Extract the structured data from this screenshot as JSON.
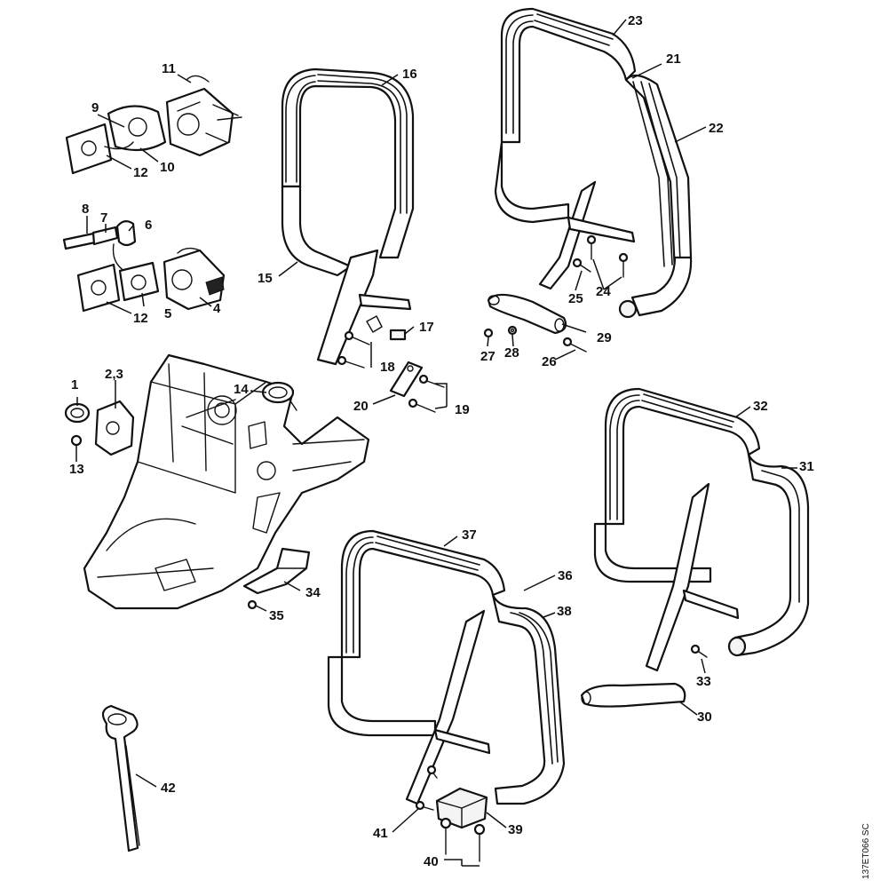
{
  "diagram": {
    "drawing_code": "137ET066 SC",
    "labels": {
      "p1": "1",
      "p2_3": "2,3",
      "p4": "4",
      "p5": "5",
      "p6": "6",
      "p7": "7",
      "p8": "8",
      "p9": "9",
      "p10": "10",
      "p11": "11",
      "p12a": "12",
      "p12b": "12",
      "p13": "13",
      "p14": "14",
      "p15": "15",
      "p16": "16",
      "p17": "17",
      "p18": "18",
      "p19": "19",
      "p20": "20",
      "p21": "21",
      "p22": "22",
      "p23": "23",
      "p24": "24",
      "p25": "25",
      "p26": "26",
      "p27": "27",
      "p28": "28",
      "p29": "29",
      "p30": "30",
      "p31": "31",
      "p32": "32",
      "p33": "33",
      "p34": "34",
      "p35": "35",
      "p36": "36",
      "p37": "37",
      "p38": "38",
      "p39": "39",
      "p40": "40",
      "p41": "41",
      "p42": "42"
    }
  }
}
